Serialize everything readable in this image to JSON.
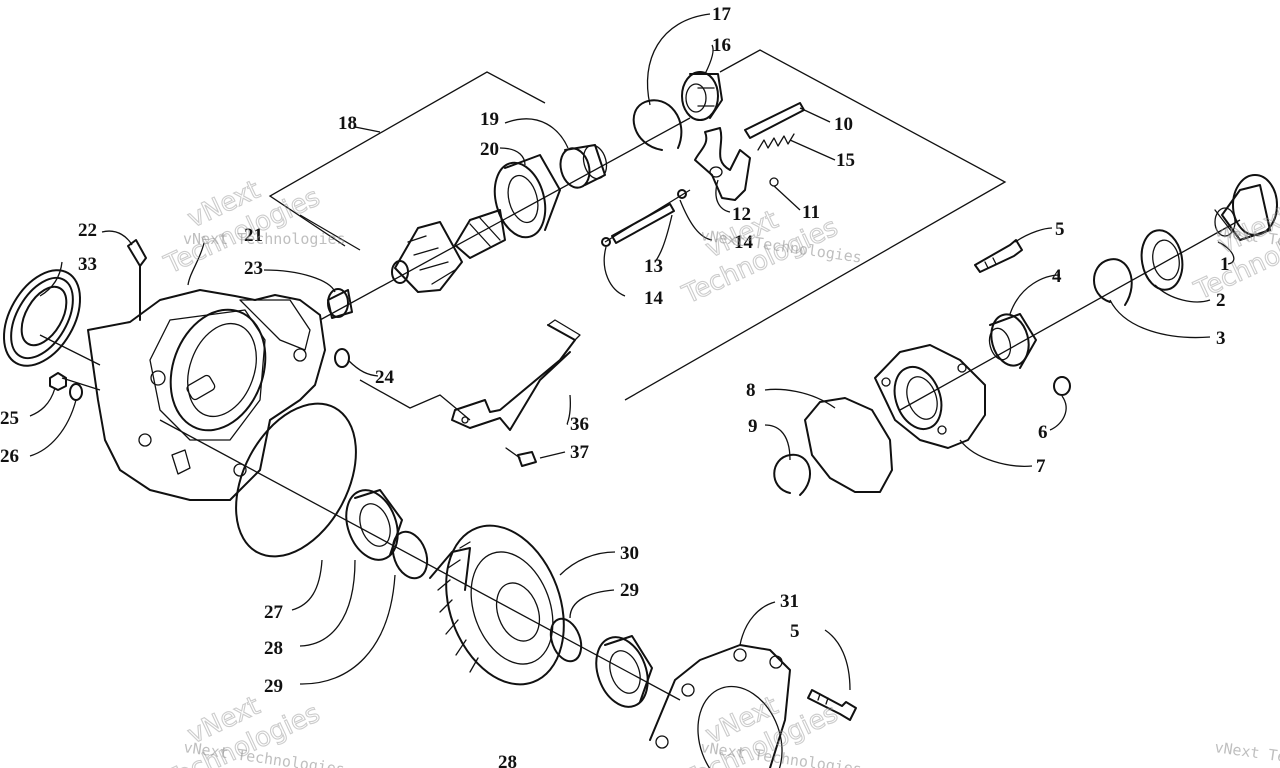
{
  "watermark": {
    "line1": "vNext",
    "line2": "Technologies",
    "small": "vNext Technologies"
  },
  "callouts": {
    "c1": "1",
    "c2": "2",
    "c3": "3",
    "c4": "4",
    "c5a": "5",
    "c5b": "5",
    "c6": "6",
    "c7": "7",
    "c8": "8",
    "c9": "9",
    "c10": "10",
    "c11": "11",
    "c12": "12",
    "c13": "13",
    "c14a": "14",
    "c14b": "14",
    "c15": "15",
    "c16": "16",
    "c17": "17",
    "c18": "18",
    "c19": "19",
    "c20": "20",
    "c21": "21",
    "c22": "22",
    "c23": "23",
    "c24": "24",
    "c25": "25",
    "c26": "26",
    "c27": "27",
    "c28a": "28",
    "c28b": "28",
    "c29a": "29",
    "c29b": "29",
    "c30": "30",
    "c31": "31",
    "c33": "33",
    "c36": "36",
    "c37": "37"
  }
}
